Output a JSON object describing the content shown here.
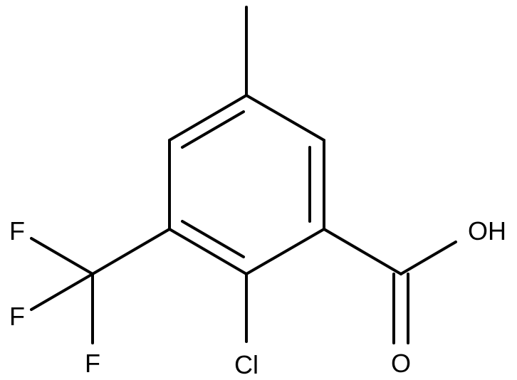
{
  "molecule": {
    "atoms": {
      "chlorine": "Cl",
      "fluorine_1": "F",
      "fluorine_2": "F",
      "fluorine_3": "F",
      "hydroxyl": "OH",
      "carbonyl_oxygen": "O"
    },
    "colors": {
      "bond": "#000000",
      "label": "#000000",
      "background": "#ffffff"
    }
  }
}
